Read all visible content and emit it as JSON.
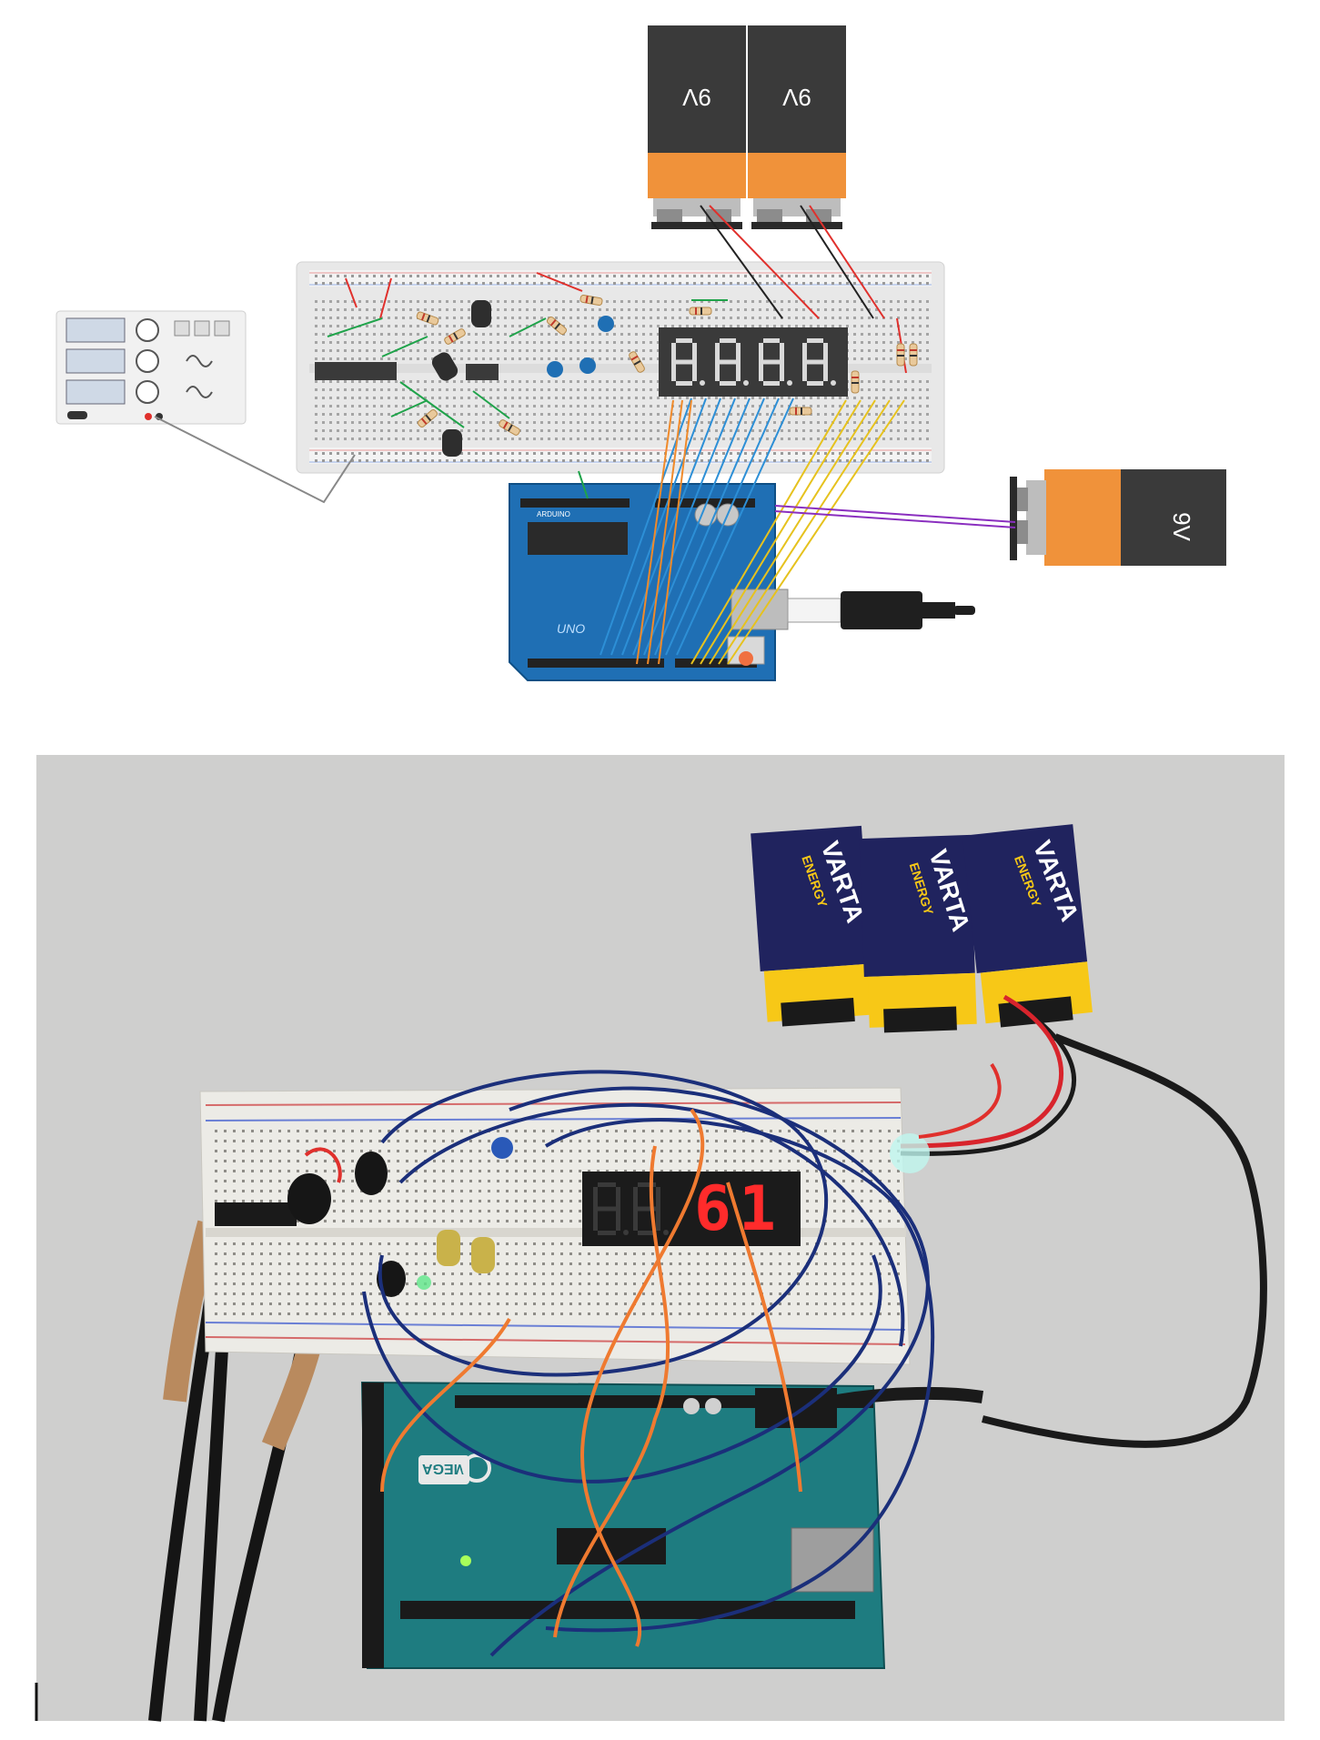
{
  "simulation": {
    "battery_top_left": {
      "label": "9V"
    },
    "battery_top_right": {
      "label": "9V"
    },
    "battery_right": {
      "label": "9V"
    },
    "seven_segment": {
      "digits": "8.8.8.8."
    },
    "arduino": {
      "header_text": "ARDUINO",
      "board_text": "UNO"
    }
  },
  "photo": {
    "batteries": [
      {
        "brand": "VARTA",
        "sub": "ENERGY"
      },
      {
        "brand": "VARTA",
        "sub": "ENERGY"
      },
      {
        "brand": "VARTA",
        "sub": "ENERGY"
      }
    ],
    "display_value": "61",
    "mega_label": "MEGA"
  },
  "colors": {
    "battery_body": "#3a3a3a",
    "battery_band": "#f0923a",
    "breadboard": "#e9e9e9",
    "arduino_blue": "#1f6fb4",
    "arduino_mega_teal": "#1e7c80",
    "wire_blue": "#2d8fd6",
    "wire_orange": "#f08a2a",
    "wire_yellow": "#e6c21e",
    "wire_green": "#1fa34a",
    "wire_red": "#e0302c",
    "segment_red": "#ff2b2b",
    "varta_navy": "#20235e",
    "varta_yellow": "#f7c817"
  }
}
